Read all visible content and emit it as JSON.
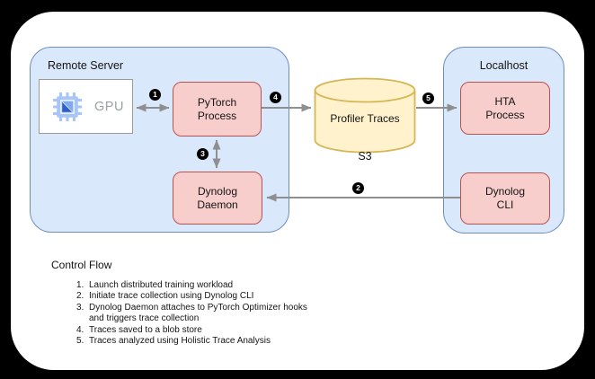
{
  "diagram": {
    "remote_server": {
      "label": "Remote Server"
    },
    "localhost": {
      "label": "Localhost"
    },
    "gpu": {
      "label": "GPU"
    },
    "pytorch_process": {
      "label": "PyTorch\nProcess"
    },
    "dynolog_daemon": {
      "label": "Dynolog\nDaemon"
    },
    "profiler_traces": {
      "label": "Profiler Traces",
      "caption": "S3"
    },
    "hta_process": {
      "label": "HTA\nProcess"
    },
    "dynolog_cli": {
      "label": "Dynolog\nCLI"
    },
    "step_badges": [
      "1",
      "2",
      "3",
      "4",
      "5"
    ],
    "colors": {
      "container_fill": "#dae8fc",
      "container_stroke": "#6c8ebf",
      "process_fill": "#f8cecc",
      "process_stroke": "#b85450",
      "store_fill": "#fff2cc",
      "store_stroke": "#d6b656",
      "arrow": "#8f8f8f",
      "gpu_text": "#9aa0a6"
    }
  },
  "control_flow": {
    "title": "Control Flow",
    "items": [
      {
        "num": "1.",
        "text": "Launch distributed training workload"
      },
      {
        "num": "2.",
        "text": "Initiate trace collection using Dynolog CLI"
      },
      {
        "num": "3.",
        "text": "Dynolog Daemon attaches to PyTorch Optimizer hooks\nand triggers trace collection"
      },
      {
        "num": "4.",
        "text": "Traces saved to a blob store"
      },
      {
        "num": "5.",
        "text": "Traces analyzed using Holistic Trace Analysis"
      }
    ]
  }
}
